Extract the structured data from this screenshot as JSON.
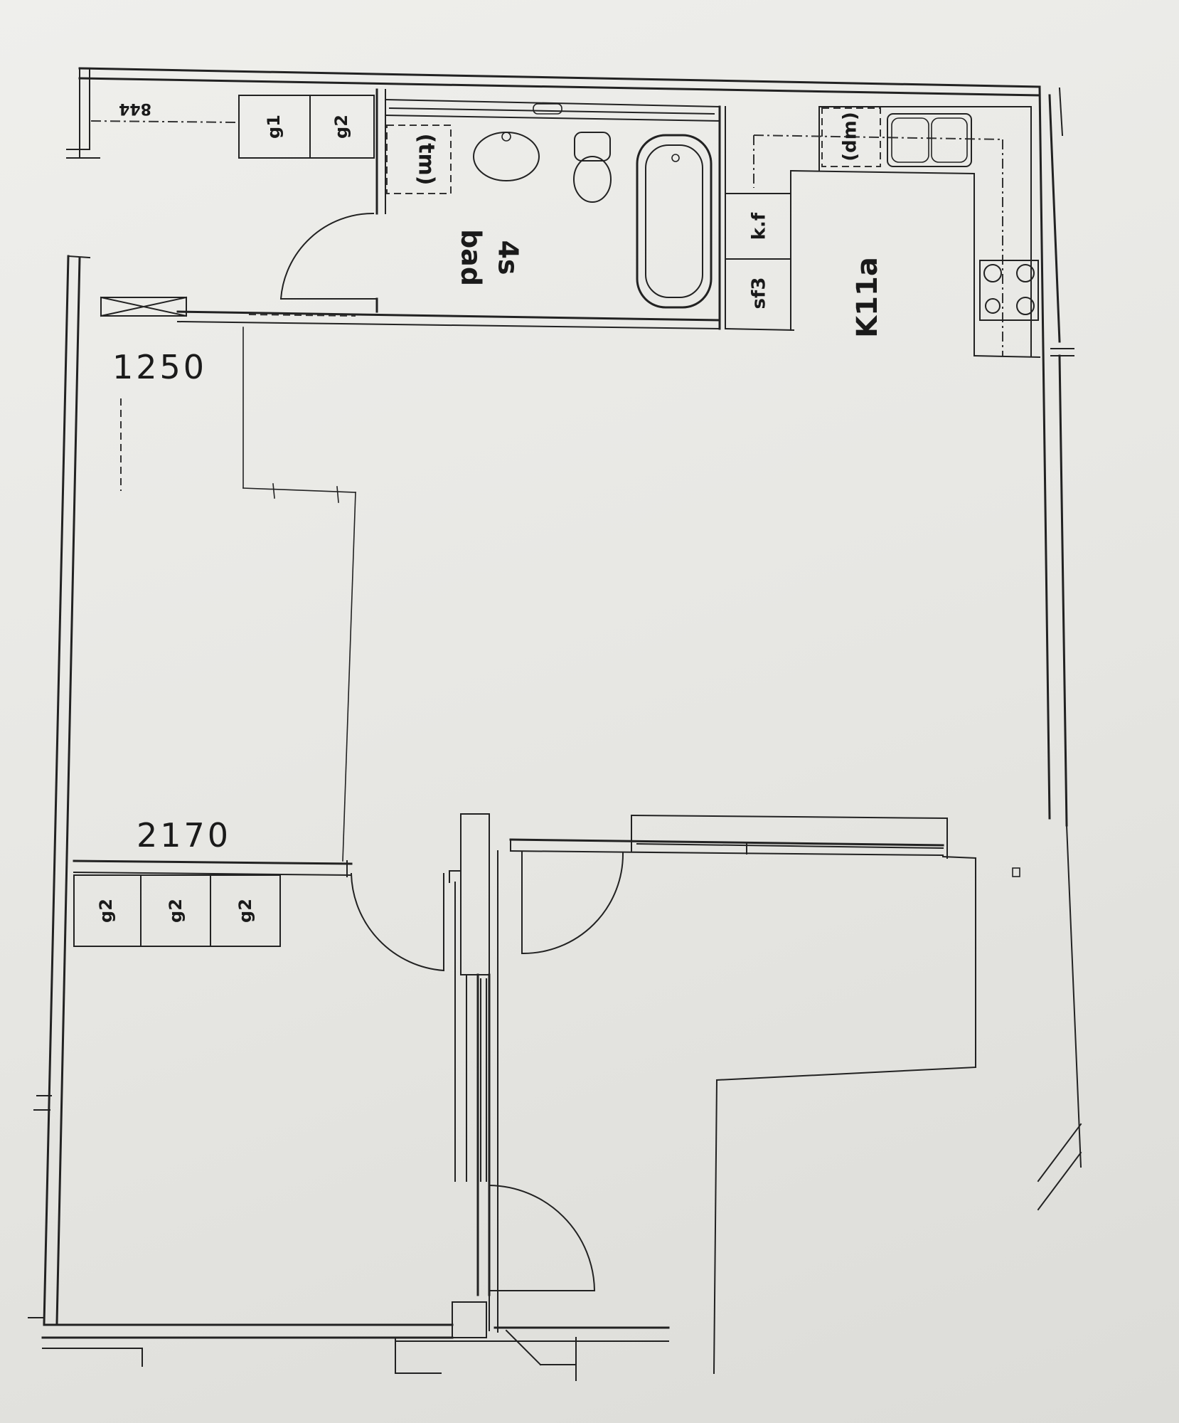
{
  "labels": {
    "room_bad": "bad",
    "room_4s": "4s",
    "room_k11a": "K11a",
    "fixture_tm": "(tm)",
    "fixture_dm": "(dm)",
    "cab_844": "844",
    "cab_g1": "g1",
    "cab_g2_top": "g2",
    "cab_kf": "k.f",
    "cab_sf3": "sf3",
    "cab_g2_a": "g2",
    "cab_g2_b": "g2",
    "cab_g2_c": "g2"
  },
  "dimensions": {
    "dim_1250": "1250",
    "dim_2170": "2170"
  },
  "colors": {
    "paper": "#e9e9e6",
    "ink": "#222222"
  }
}
